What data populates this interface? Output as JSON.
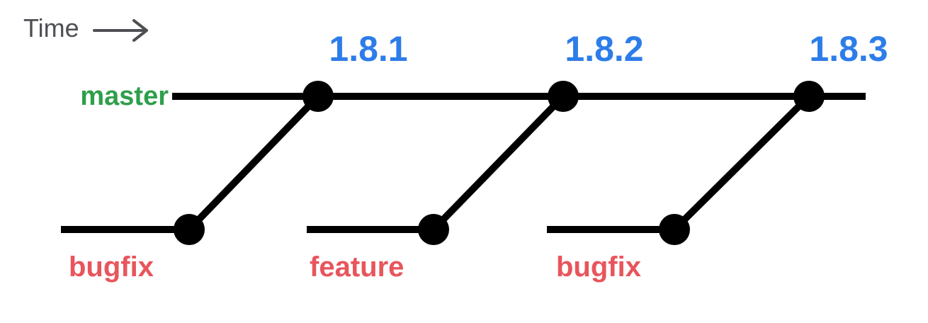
{
  "time_label": "Time",
  "master": {
    "label": "master",
    "tags": [
      "1.8.1",
      "1.8.2",
      "1.8.3"
    ]
  },
  "branches": [
    {
      "label": "bugfix"
    },
    {
      "label": "feature"
    },
    {
      "label": "bugfix"
    }
  ],
  "icons": {
    "time_arrow": "right-arrow"
  },
  "colors": {
    "line": "#000000",
    "tag_blue": "#2d7de9",
    "master_green": "#2f9e4b",
    "branch_red": "#e8555c",
    "time_gray": "#4d4f54"
  }
}
